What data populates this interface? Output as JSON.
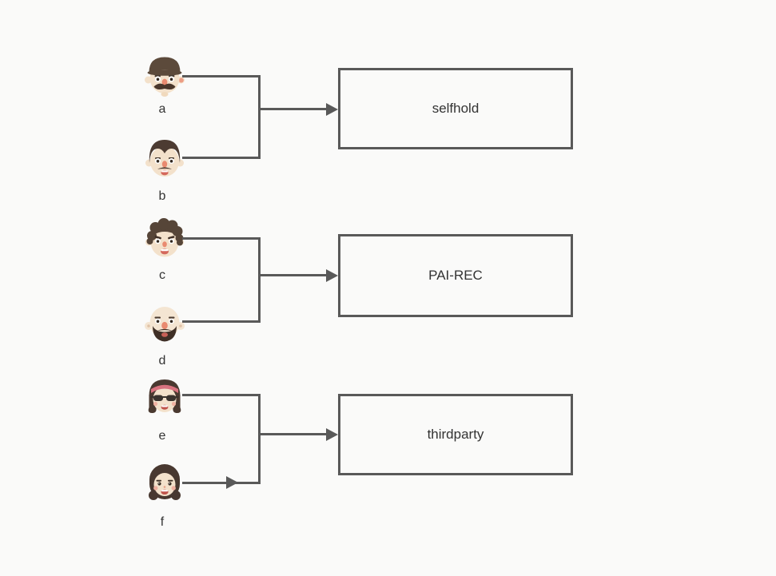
{
  "diagram": {
    "actors": [
      {
        "id": "a",
        "label": "a",
        "avatar": "man-flat-cap-mustache-icon"
      },
      {
        "id": "b",
        "label": "b",
        "avatar": "man-parted-hair-mustache-icon"
      },
      {
        "id": "c",
        "label": "c",
        "avatar": "man-curly-hair-icon"
      },
      {
        "id": "d",
        "label": "d",
        "avatar": "bald-man-goatee-icon"
      },
      {
        "id": "e",
        "label": "e",
        "avatar": "woman-headband-sunglasses-icon"
      },
      {
        "id": "f",
        "label": "f",
        "avatar": "woman-bob-hair-icon"
      }
    ],
    "nodes": [
      {
        "id": "selfhold",
        "label": "selfhold"
      },
      {
        "id": "pai_rec",
        "label": "PAI-REC"
      },
      {
        "id": "thirdparty",
        "label": "thirdparty"
      }
    ],
    "edges": [
      {
        "from": [
          "a",
          "b"
        ],
        "to": "selfhold"
      },
      {
        "from": [
          "c",
          "d"
        ],
        "to": "PAI-REC"
      },
      {
        "from": [
          "e",
          "f"
        ],
        "to": "thirdparty",
        "note": "extra arrowhead on f branch"
      }
    ],
    "colors": {
      "background": "#fafaf9",
      "line": "#595959",
      "text": "#333333"
    }
  }
}
